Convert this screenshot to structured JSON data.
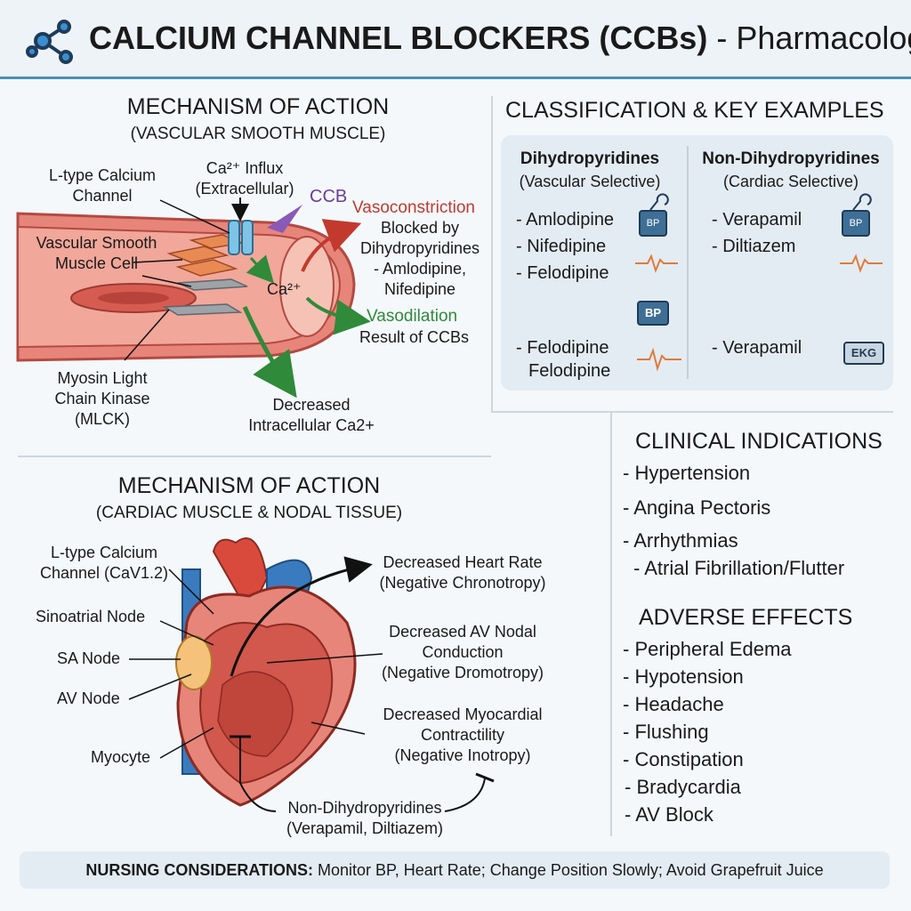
{
  "header": {
    "title_bold": "CALCIUM CHANNEL BLOCKERS (CCBs)",
    "title_rest": " - Pharmacology",
    "logo_icon": "molecule-icon"
  },
  "vascular": {
    "heading": "MECHANISM OF ACTION",
    "subheading": "(VASCULAR SMOOTH MUSCLE)",
    "l_type": "L-type Calcium\nChannel",
    "influx": "Ca²⁺ Influx\n(Extracellular)",
    "ccb": "CCB",
    "vsm_cell": "Vascular Smooth\nMuscle Cell",
    "ca_label": "Ca²⁺",
    "vasoconstriction": "Vasoconstriction",
    "blocked": "Blocked by\nDihydropyridines\n- Amlodipine,\nNifedipine",
    "vasodilation": "Vasodilation",
    "result": "Result of CCBs",
    "mlck": "Myosin Light\nChain Kinase\n(MLCK)",
    "decreased": "Decreased\nIntracellular Ca2+"
  },
  "classification": {
    "heading": "CLASSIFICATION & KEY EXAMPLES",
    "dhp_title": "Dihydropyridines",
    "dhp_sub": "(Vascular Selective)",
    "dhp_items": [
      "- Amlodipine",
      "- Nifedipine",
      "- Felodipine"
    ],
    "dhp_items2": [
      "- Felodipine",
      "Felodipine"
    ],
    "ndhp_title": "Non-Dihydropyridines",
    "ndhp_sub": "(Cardiac Selective)",
    "ndhp_items": [
      "- Verapamil",
      "- Diltiazem"
    ],
    "ndhp_items2": [
      "- Verapamil"
    ],
    "bp_badge": "BP",
    "ekg_badge": "EKG"
  },
  "cardiac": {
    "heading": "MECHANISM OF ACTION",
    "subheading": "(CARDIAC MUSCLE & NODAL TISSUE)",
    "l_type": "L-type Calcium\nChannel (CaV1.2)",
    "sinoatrial": "Sinoatrial Node",
    "sa_node": "SA Node",
    "av_node": "AV Node",
    "myocyte": "Myocyte",
    "hr": "Decreased Heart Rate\n(Negative Chronotropy)",
    "av_conduction": "Decreased AV Nodal\nConduction\n(Negative Dromotropy)",
    "contractility": "Decreased Myocardial\nContractility\n(Negative Inotropy)",
    "ndhp": "Non-Dihydropyridines\n(Verapamil, Diltiazem)"
  },
  "indications": {
    "heading": "CLINICAL INDICATIONS",
    "items": [
      "- Hypertension",
      "- Angina Pectoris",
      "- Arrhythmias",
      "- Atrial Fibrillation/Flutter"
    ]
  },
  "adverse": {
    "heading": "ADVERSE EFFECTS",
    "items": [
      "- Peripheral Edema",
      "- Hypotension",
      "- Headache",
      "- Flushing",
      "- Constipation",
      "- Bradycardia",
      "- AV Block"
    ]
  },
  "footer": {
    "label": "NURSING CONSIDERATIONS:",
    "text": " Monitor BP, Heart Rate; Change Position Slowly; Avoid Grapefruit Juice"
  }
}
